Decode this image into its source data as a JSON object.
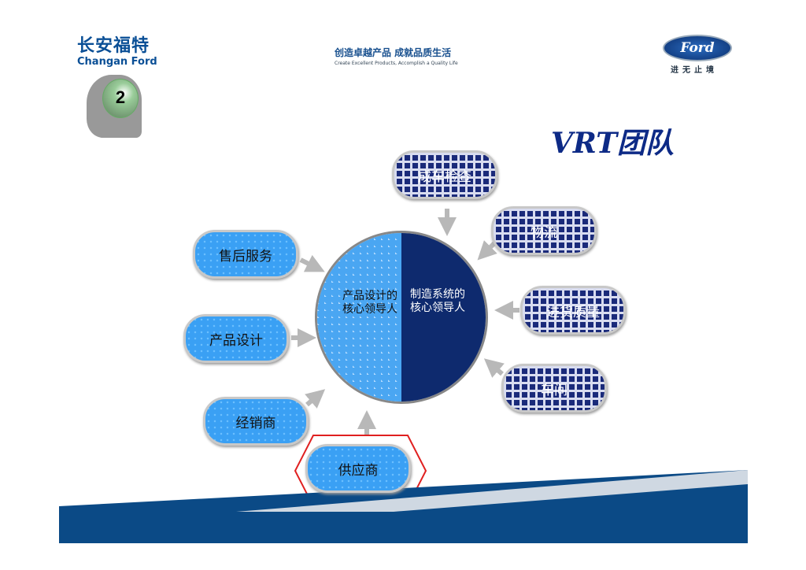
{
  "header": {
    "logo_cn": "长安福特",
    "logo_en": "Changan Ford",
    "slogan_cn": "创造卓越产品  成就品质生活",
    "slogan_en": "Create Excellent Products, Accomplish a Quality Life",
    "ford_logo": "Ford",
    "ford_tagline": "进无止境",
    "page_badge": "2"
  },
  "title": "VRT团队",
  "circle": {
    "left_text": "产品设计的核心领导人",
    "right_text": "制造系统的核心领导人"
  },
  "left_nodes": [
    "售后服务",
    "产品设计",
    "经销商",
    "供应商"
  ],
  "right_nodes": [
    "成车检查",
    "物流",
    "进货质量",
    "车间"
  ],
  "colors": {
    "light": "#3aa0f4",
    "dark": "#1a2a7a",
    "highlight": "#e02020",
    "band": "#0b4a86"
  }
}
